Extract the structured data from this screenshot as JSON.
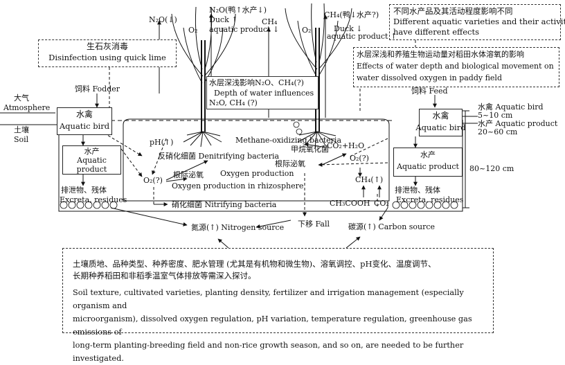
{
  "notes": {
    "left_top": [
      "生石灰消毒",
      "Disinfection using quick lime"
    ],
    "right_top": [
      "不同水产品及其活动程度影响不同",
      "Different aquatic varieties and their activities",
      "have different effects"
    ],
    "right_mid": [
      "水层深浅和养殖生物运动量对稻田水体溶氧的影响",
      "Effects of water depth and biological movement on",
      "water dissolved oxygen in paddy field"
    ],
    "bottom_cn": [
      "土壤质地、品种类型、种养密度、肥水管理 (尤其是有机物和微生物)、溶氧调控、pH变化、温度调节、",
      "长期种养稻田和非稻季温室气体排放等需深入探讨。"
    ],
    "bottom_en": [
      "Soil texture, cultivated varieties, planting density, fertilizer and irrigation management (especially organism and",
      "microorganism), dissolved oxygen regulation, pH variation, temperature regulation, greenhouse gas emissions of",
      "long-term planting-breeding field and non-rice growth season, and so on, are needed to be further investigated."
    ]
  },
  "labels": {
    "atmos_cn": "大气",
    "atmos_en": "Atmosphere",
    "soil_cn": "土壤",
    "soil_en": "Soil",
    "fodder": "饲料 Fodder",
    "feed": "饲料 Feed",
    "bird_cn": "水禽",
    "bird_en": "Aquatic bird",
    "product_cn": "水产",
    "product_en1": "Aquatic",
    "product_en2": "product",
    "product_en": "Aquatic product",
    "excreta_cn": "排泄物、残体",
    "excreta_en": "Excreta, residues",
    "ph": "pH(↑)",
    "o2q": "O₂(?)",
    "o2q_r": "O₂(?)",
    "denit": "反硝化细菌 Denitrifying bacteria",
    "root_o2_cn": "根际泌氧",
    "root_o2_en1": "Oxygen production",
    "root_o2_en2": "Oxygen production in rhizosphere",
    "nitrify": "硝化细菌 Nitrifying bacteria",
    "nsource": "氮源(↑) Nitrogen source",
    "n2o_down": "N₂O(↓)",
    "n2o_mid1": "N₂O(鸭↑水产↓)",
    "n2o_mid2": "Duck ↑",
    "n2o_mid3": "aquatic product ↓",
    "ch4_mid": "CH₄",
    "ch4_right1": "CH₄(鸭↓水产?)",
    "ch4_right2": "Duck ↓",
    "ch4_right3": "aquatic product ↑",
    "o2": "O₂",
    "depth_cn": "水层深浅影响N₂O、CH₄(?)",
    "depth_en1": "Depth of water influences",
    "depth_en2": "N₂O, CH₄ (?)",
    "methano_en": "Methane-oxidizing bacteria",
    "methano_cn": "甲烷氧化菌",
    "co2h2o": "CO₂+H₂O",
    "ch4_up": "CH₄(↑)",
    "ch3cooh": "CH₃COOH",
    "co2": "CO₂",
    "fall": "下移 Fall",
    "csource": "碳源(↑)  Carbon source",
    "bird_right_cn": "水禽 Aquatic bird",
    "bird_depth": "5~10 cm",
    "product_right": "水产 Aquatic product",
    "product_depth": "20~60 cm",
    "field_depth": "80~120 cm"
  }
}
